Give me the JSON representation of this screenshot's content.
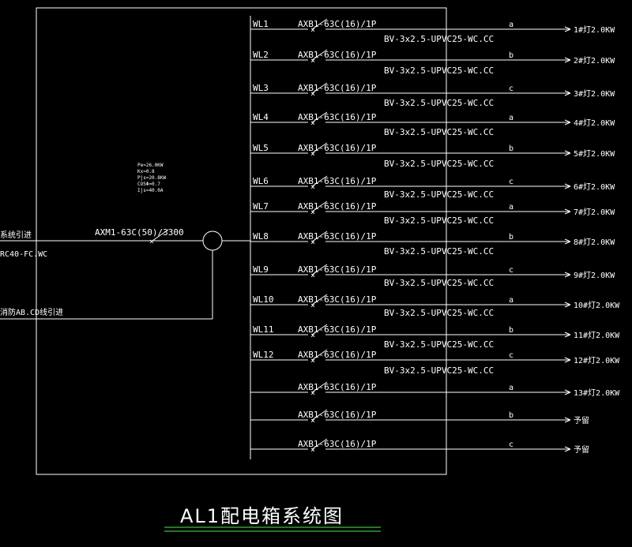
{
  "panel": {
    "params": [
      "Pe=26.0KW",
      "Kx=0.8",
      "Pjs=20.8KW",
      "COSΦ=0.7",
      "Ijs=40.0A"
    ],
    "main_breaker": "AXM1-63C(50)/3300",
    "incoming_label_1": "系统引进",
    "incoming_label_2": "RC40-FC.WC",
    "fire_label": "消防AB.CD线引进"
  },
  "circuits": [
    {
      "id": "WL1",
      "breaker": "AXB1-63C(16)/1P",
      "phase": "a",
      "cable": "BV-3x2.5-UPVC25-WC.CC",
      "load": "1#灯2.0KW"
    },
    {
      "id": "WL2",
      "breaker": "AXB1-63C(16)/1P",
      "phase": "b",
      "cable": "BV-3x2.5-UPVC25-WC.CC",
      "load": "2#灯2.0KW"
    },
    {
      "id": "WL3",
      "breaker": "AXB1-63C(16)/1P",
      "phase": "c",
      "cable": "BV-3x2.5-UPVC25-WC.CC",
      "load": "3#灯2.0KW"
    },
    {
      "id": "WL4",
      "breaker": "AXB1-63C(16)/1P",
      "phase": "a",
      "cable": "BV-3x2.5-UPVC25-WC.CC",
      "load": "4#灯2.0KW"
    },
    {
      "id": "WL5",
      "breaker": "AXB1-63C(16)/1P",
      "phase": "b",
      "cable": "BV-3x2.5-UPVC25-WC.CC",
      "load": "5#灯2.0KW"
    },
    {
      "id": "WL6",
      "breaker": "AXB1-63C(16)/1P",
      "phase": "c",
      "cable": "BV-3x2.5-UPVC25-WC.CC",
      "load": "6#灯2.0KW"
    },
    {
      "id": "WL7",
      "breaker": "AXB1-63C(16)/1P",
      "phase": "a",
      "cable": "BV-3x2.5-UPVC25-WC.CC",
      "load": "7#灯2.0KW"
    },
    {
      "id": "WL8",
      "breaker": "AXB1-63C(16)/1P",
      "phase": "b",
      "cable": "BV-3x2.5-UPVC25-WC.CC",
      "load": "8#灯2.0KW"
    },
    {
      "id": "WL9",
      "breaker": "AXB1-63C(16)/1P",
      "phase": "c",
      "cable": "BV-3x2.5-UPVC25-WC.CC",
      "load": "9#灯2.0KW"
    },
    {
      "id": "WL10",
      "breaker": "AXB1-63C(16)/1P",
      "phase": "a",
      "cable": "BV-3x2.5-UPVC25-WC.CC",
      "load": "10#灯2.0KW"
    },
    {
      "id": "WL11",
      "breaker": "AXB1-63C(16)/1P",
      "phase": "b",
      "cable": "BV-3x2.5-UPVC25-WC.CC",
      "load": "11#灯2.0KW"
    },
    {
      "id": "WL12",
      "breaker": "AXB1-63C(16)/1P",
      "phase": "c",
      "cable": "",
      "load": "12#灯2.0KW"
    },
    {
      "id": "",
      "breaker": "AXB1-63C(16)/1P",
      "phase": "a",
      "cable": "",
      "load": "13#灯2.0KW"
    },
    {
      "id": "",
      "breaker": "AXB1-63C(16)/1P",
      "phase": "b",
      "cable": "",
      "load": "予留"
    },
    {
      "id": "",
      "breaker": "AXB1-63C(16)/1P",
      "phase": "c",
      "cable": "",
      "load": "予留"
    }
  ],
  "cable_extra": "BV-3x2.5-UPVC25-WC.CC",
  "title": "AL1配电箱系统图",
  "colors": {
    "background": "#000000",
    "lines": "#ffffff",
    "underline": "#1fd21f"
  }
}
